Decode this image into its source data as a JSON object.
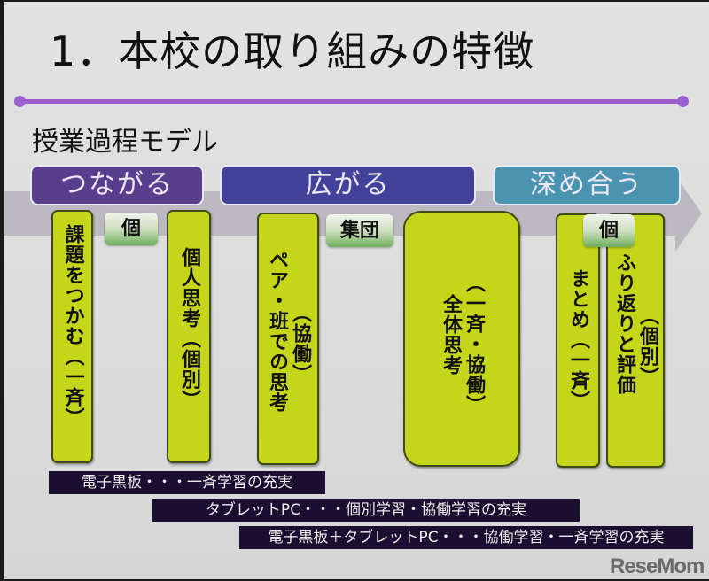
{
  "slide": {
    "title": "1．本校の取り組みの特徴",
    "subtitle": "授業過程モデル",
    "colors": {
      "rule": "#9b5fd0",
      "phase_tsunagaru": "#5a3e8e",
      "phase_hirogaru": "#43429b",
      "phase_fukameau": "#4a93b1",
      "box_fill": "#c5d51a",
      "banner_fill": "#1a0f30",
      "band": "#bdb9c0"
    }
  },
  "phases": [
    {
      "label": "つながる"
    },
    {
      "label": "広がる"
    },
    {
      "label": "深め合う"
    }
  ],
  "tags": [
    {
      "label": "個"
    },
    {
      "label": "集団"
    },
    {
      "label": "個"
    }
  ],
  "steps": [
    {
      "main": "課題をつかむ（一斉）",
      "note": ""
    },
    {
      "main": "個人思考（個別）",
      "note": ""
    },
    {
      "main": "ペア・班での思考",
      "note": "（協働）"
    },
    {
      "main": "全体思考",
      "note": "（一斉・協働）"
    },
    {
      "main": "まとめ（一斉）",
      "note": ""
    },
    {
      "main": "ふり返りと評価",
      "note": "（個別）"
    }
  ],
  "banners": [
    {
      "text": "電子黒板・・・一斉学習の充実"
    },
    {
      "text": "タブレットPC・・・個別学習・協働学習の充実"
    },
    {
      "text": "電子黒板＋タブレットPC・・・協働学習・一斉学習の充実"
    }
  ],
  "watermark": {
    "text": "ReseMom"
  }
}
